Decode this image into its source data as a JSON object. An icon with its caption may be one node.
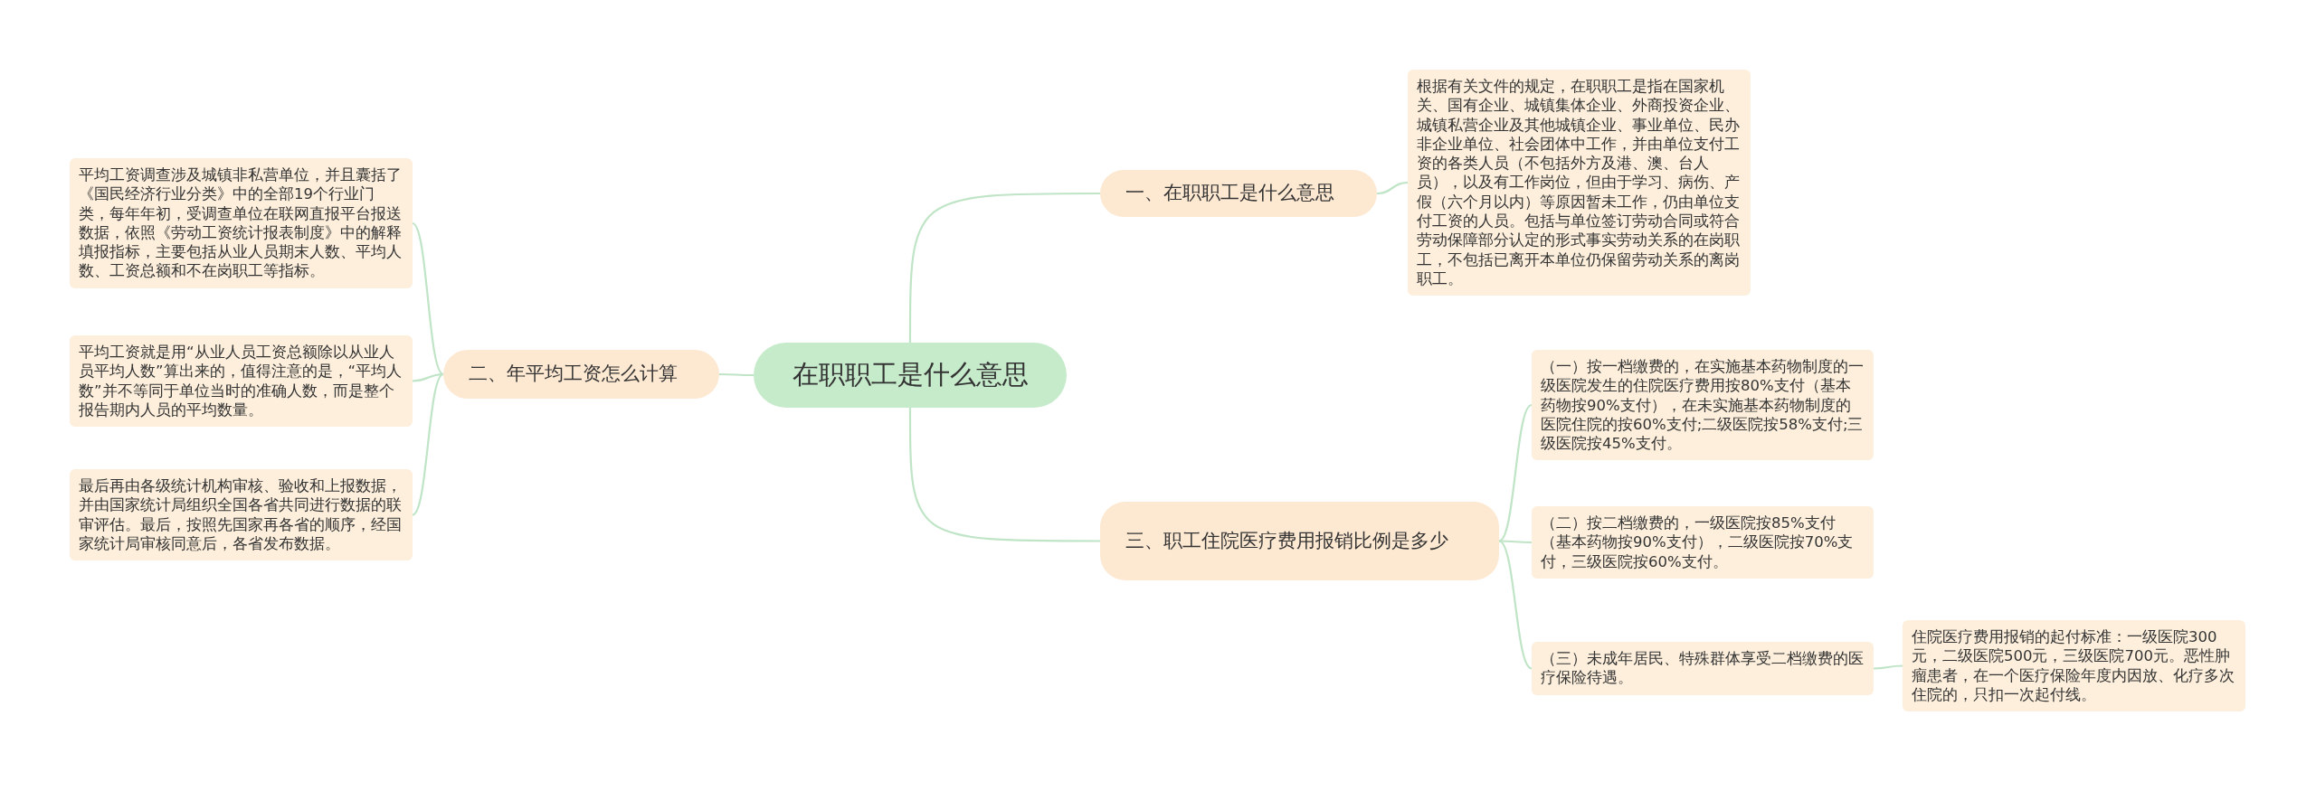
{
  "diagram": {
    "nodes": [
      {
        "text": [
          "在职职工是什么意思"
        ]
      },
      {
        "text": [
          "一、在职职工是什么意思"
        ]
      },
      {
        "text": [
          "根据有关文件的规定，在职职工是指在国家机关、国有企业、城镇集体企业、外商投资企业、城镇私营企业及其他城镇企业、事业单位、民办非企业单位、社会团体中工作，并由单位支付工资的各类人员（不包括外方及港、澳、台人员），以及有工作岗位，但由于学习、病伤、产假（六个月以内）等原因暂未工作，仍由单位支付工资的人员。包括与单位签订劳动合同或符合劳动保障部分认定的形式事实劳动关系的在岗职工，不包括已离开本单位仍保留劳动关系的离岗职工。"
        ]
      },
      {
        "text": [
          "二、年平均工资怎么计算"
        ]
      },
      {
        "text": [
          "平均工资调查涉及城镇非私营单位，并且囊括了《国民经济行业分类》中的全部19个行业门类，每年年初，受调查单位在联网直报平台报送数据，依照《劳动工资统计报表制度》中的解释填报指标，主要包括从业人员期末人数、平均人数、工资总额和不在岗职工等指标。"
        ]
      },
      {
        "text": [
          "平均工资就是用“从业人员工资总额除以从业人员平均人数”算出来的，值得注意的是，“平均人数”并不等同于单位当时的准确人数，而是整个报告期内人员的平均数量。"
        ]
      },
      {
        "text": [
          "最后再由各级统计机构审核、验收和上报数据，并由国家统计局组织全国各省共同进行数据的联审评估。最后，按照先国家再各省的顺序，经国家统计局审核同意后，各省发布数据。"
        ]
      },
      {
        "text": [
          "三、职工住院医疗费用报销比例是多少"
        ]
      },
      {
        "text": [
          "（一）按一档缴费的，在实施基本药物制度的一级医院发生的住院医疗费用按80%支付（基本药物按90%支付），在未实施基本药物制度的医院住院的按60%支付;二级医院按58%支付;三级医院按45%支付。"
        ]
      },
      {
        "text": [
          "（二）按二档缴费的，一级医院按85%支付（基本药物按90%支付），二级医院按70%支付，三级医院按60%支付。"
        ]
      },
      {
        "text": [
          "（三）未成年居民、特殊群体享受二档缴费的医疗保险待遇。"
        ]
      },
      {
        "text": [
          "住院医疗费用报销的起付标准：一级医院300元，二级医院500元，三级医院700元。恶性肿瘤患者，在一个医疗保险年度内因放、化疗多次住院的，只扣一次起付线。"
        ]
      }
    ],
    "edges": [
      {
        "from": 0,
        "to": 1,
        "arrow": "none"
      },
      {
        "from": 0,
        "to": 3,
        "arrow": "none"
      },
      {
        "from": 0,
        "to": 7,
        "arrow": "none"
      },
      {
        "from": 1,
        "to": 2,
        "arrow": "none"
      },
      {
        "from": 3,
        "to": 4,
        "arrow": "none"
      },
      {
        "from": 3,
        "to": 5,
        "arrow": "none"
      },
      {
        "from": 3,
        "to": 6,
        "arrow": "none"
      },
      {
        "from": 7,
        "to": 8,
        "arrow": "none"
      },
      {
        "from": 7,
        "to": 9,
        "arrow": "none"
      },
      {
        "from": 7,
        "to": 10,
        "arrow": "none"
      },
      {
        "from": 10,
        "to": 11,
        "arrow": "none"
      }
    ]
  }
}
